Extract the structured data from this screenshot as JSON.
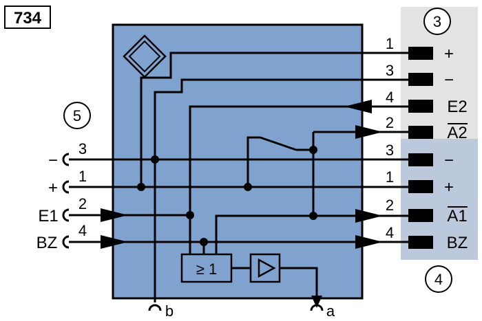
{
  "diagram": {
    "id_label": "734",
    "callouts": {
      "top_right": "3",
      "left": "5",
      "bottom_right": "4"
    },
    "right_pins": [
      {
        "pin": "1",
        "signal": "+"
      },
      {
        "pin": "3",
        "signal": "−"
      },
      {
        "pin": "4",
        "signal": "E2"
      },
      {
        "pin": "2",
        "signal": "A2"
      },
      {
        "pin": "3",
        "signal": "−"
      },
      {
        "pin": "1",
        "signal": "+"
      },
      {
        "pin": "2",
        "signal": "A1"
      },
      {
        "pin": "4",
        "signal": "BZ"
      }
    ],
    "left_pins": [
      {
        "pin": "3",
        "signal": "−"
      },
      {
        "pin": "1",
        "signal": "+"
      },
      {
        "pin": "2",
        "signal": "E1"
      },
      {
        "pin": "4",
        "signal": "BZ"
      }
    ],
    "or_gate_label": "≥ 1",
    "bottom_terminals": {
      "left": "b",
      "right": "a"
    },
    "colors": {
      "housing": "#7fa2cf",
      "top_panel": "#e3e3e3",
      "bottom_panel": "#bcc9dd",
      "line": "#000000"
    }
  }
}
